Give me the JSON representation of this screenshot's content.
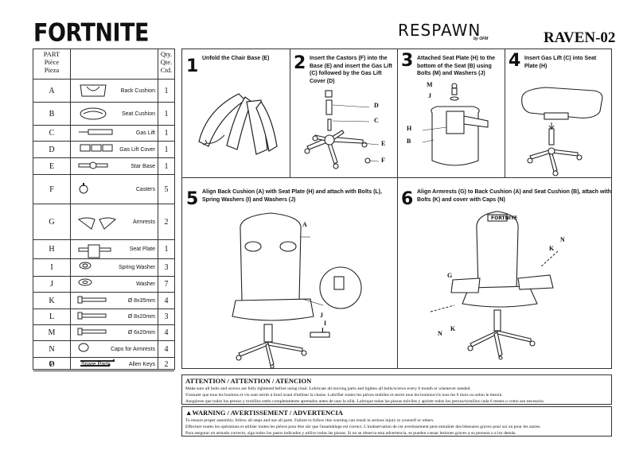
{
  "header": {
    "brand": "FORTNITE",
    "maker": "RESPAWN",
    "maker_sub": "by OFM",
    "model": "RAVEN-02"
  },
  "parts_table": {
    "header_part": [
      "PART",
      "Pièce",
      "Pieza"
    ],
    "header_qty": [
      "Qty.",
      "Qte.",
      "Ctd."
    ],
    "rows": [
      {
        "letter": "A",
        "name": "Back Cushion",
        "qty": "1",
        "icon": "back-cushion-icon"
      },
      {
        "letter": "B",
        "name": "Seat Cushion",
        "qty": "1",
        "icon": "seat-cushion-icon"
      },
      {
        "letter": "C",
        "name": "Gas Lift",
        "qty": "1",
        "icon": "gas-lift-icon"
      },
      {
        "letter": "D",
        "name": "Gas Lift Cover",
        "qty": "1",
        "icon": "gas-lift-cover-icon"
      },
      {
        "letter": "E",
        "name": "Star Base",
        "qty": "1",
        "icon": "star-base-icon"
      },
      {
        "letter": "F",
        "name": "Casters",
        "qty": "5",
        "icon": "caster-icon"
      },
      {
        "letter": "G",
        "name": "Armrests",
        "qty": "2",
        "icon": "armrest-icon"
      },
      {
        "letter": "H",
        "name": "Seat Plate",
        "qty": "1",
        "icon": "seat-plate-icon"
      },
      {
        "letter": "I",
        "name": "Spring Washer",
        "qty": "3",
        "icon": "spring-washer-icon"
      },
      {
        "letter": "J",
        "name": "Washer",
        "qty": "7",
        "icon": "washer-icon"
      },
      {
        "letter": "K",
        "name": "Ø 8x35mm",
        "qty": "4",
        "icon": "bolt-icon"
      },
      {
        "letter": "L",
        "name": "Ø 8x20mm",
        "qty": "3",
        "icon": "bolt-icon"
      },
      {
        "letter": "M",
        "name": "Ø 6x20mm",
        "qty": "4",
        "icon": "bolt-icon"
      },
      {
        "letter": "N",
        "name": "Caps for Armrests",
        "qty": "4",
        "icon": "cap-icon"
      },
      {
        "letter": "O",
        "name": "Allen Keys",
        "qty": "2",
        "icon": "allen-key-icon"
      },
      {
        "letter": "P",
        "name": "Spare Parts",
        "qty": "",
        "icon": ""
      }
    ]
  },
  "steps": [
    {
      "num": "1",
      "text": "Unfold the Chair Base (E)"
    },
    {
      "num": "2",
      "text": "Insert the Castors (F) into the Base (E) and insert the Gas Lift (C) followed by the Gas Lift Cover (D)"
    },
    {
      "num": "3",
      "text": "Attached Seat Plate (H) to the bottom of the Seat (B) using Bolts (M) and Washers (J)"
    },
    {
      "num": "4",
      "text": "Insert Gas Lift (C) into Seat Plate (H)"
    },
    {
      "num": "5",
      "text": "Align Back Cushion (A) with Seat Plate (H) and attach with Bolts (L), Spring Washers (I) and Washers (J)"
    },
    {
      "num": "6",
      "text": "Align Armrests (G) to Back Cushion (A) and Seat Cushion (B), attach with Bolts (K) and cover with Caps (N)"
    }
  ],
  "callouts": {
    "step2": [
      "D",
      "C",
      "E",
      "F"
    ],
    "step3": [
      "M",
      "J",
      "H",
      "B"
    ],
    "step5": [
      "A",
      "J",
      "I",
      "L"
    ],
    "step6": [
      "N",
      "K",
      "G",
      "N",
      "K"
    ],
    "step6_logo": "FORTNITE"
  },
  "attention": {
    "title": "ATTENTION / ATTENTION / ATENCION",
    "lines": [
      "Make sure all bolts and screws are fully tightened before using chair. Lubricate all moving parts and tighten all bolts/screws every 6 month or whenever needed.",
      "S'assurer que tous les boulons et vis sont serrés à fond avant d'utiliser la chaise. Lubrifier toutes les pièces mobiles et serrer tous les boulons/vis tous les 6 mois ou selon le besoin.",
      "Asegúrese que todos los pernos y tornillos estén completamente apretados antes de usar la silla. Lubrique todas las piezas móviles y apriete todos los pernos/tornillos cada 6 meses o como sea necesario."
    ]
  },
  "warning": {
    "title": "WARNING / AVERTISSEMENT / ADVERTENCIA",
    "lines": [
      "To ensure proper assembly, follow all steps and use all parts. Failure to follow this warning can result in serious injury to yourself or others.",
      "Effectuer toutes les opérations et utiliser toutes les pièces pour être sûr que l'assemblage est correct. L'inobservation de cet avertissement peut entraîner des blessures graves pour soi ou pour les autres.",
      "Para asegurar un armado correcto, siga todos los pasos indicados y utilice todas las piezas. Si no se observa esta advertencia, se pueden causar lesiones graves a su persona o a los demás."
    ]
  }
}
